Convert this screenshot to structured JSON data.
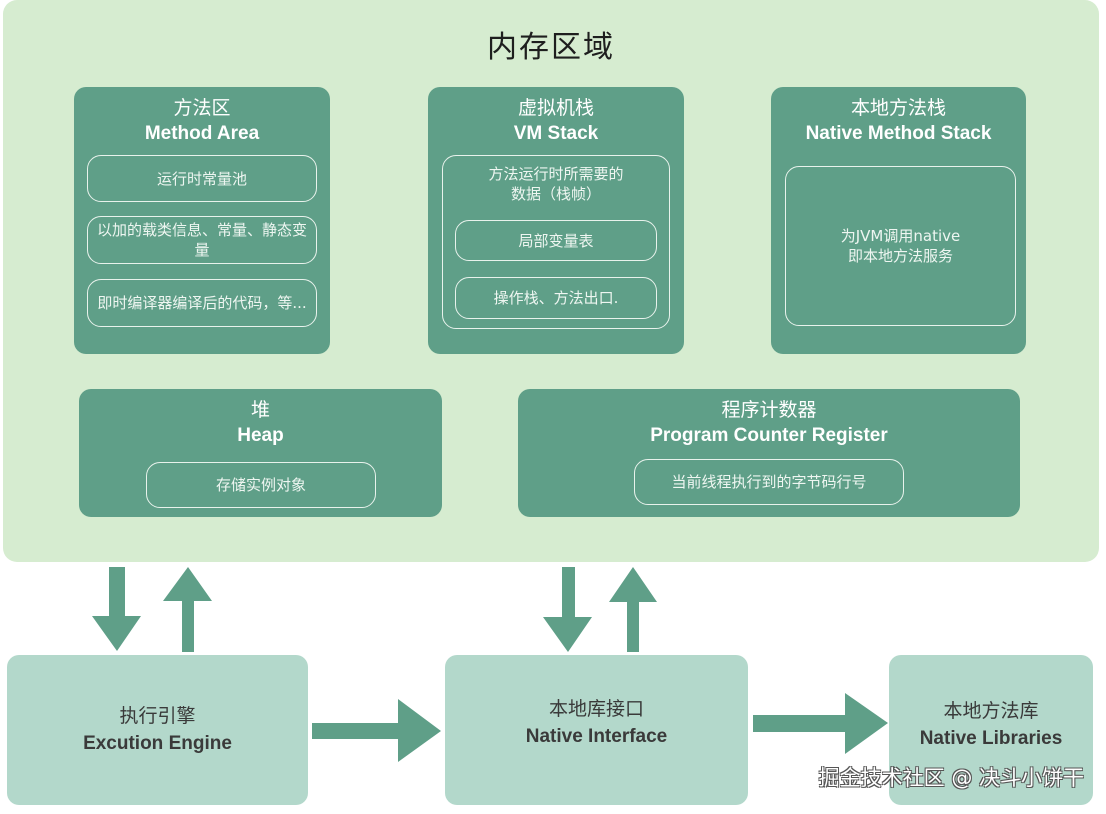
{
  "memory_area": {
    "title": "内存区域",
    "method_area": {
      "title_zh": "方法区",
      "title_en": "Method Area",
      "items": [
        "运行时常量池",
        "以加的载类信息、常量、静态变量",
        "即时编译器编译后的代码，等..."
      ]
    },
    "vm_stack": {
      "title_zh": "虚拟机栈",
      "title_en": "VM Stack",
      "frame_label": "方法运行时所需要的数据（栈帧）",
      "items": [
        "局部变量表",
        "操作栈、方法出口."
      ]
    },
    "native_method_stack": {
      "title_zh": "本地方法栈",
      "title_en": "Native Method Stack",
      "description_line1": "为JVM调用native",
      "description_line2": "即本地方法服务"
    },
    "heap": {
      "title_zh": "堆",
      "title_en": "Heap",
      "description": "存储实例对象"
    },
    "program_counter": {
      "title_zh": "程序计数器",
      "title_en": "Program Counter Register",
      "description": "当前线程执行到的字节码行号"
    }
  },
  "execution_engine": {
    "title_zh": "执行引擎",
    "title_en": "Excution Engine"
  },
  "native_interface": {
    "title_zh": "本地库接口",
    "title_en": "Native Interface"
  },
  "native_libraries": {
    "title_zh": "本地方法库",
    "title_en": "Native Libraries"
  },
  "connections": [
    {
      "from": "memory_area",
      "to": "execution_engine",
      "direction": "down"
    },
    {
      "from": "execution_engine",
      "to": "memory_area",
      "direction": "up"
    },
    {
      "from": "memory_area",
      "to": "native_interface",
      "direction": "down"
    },
    {
      "from": "native_interface",
      "to": "memory_area",
      "direction": "up"
    },
    {
      "from": "execution_engine",
      "to": "native_interface",
      "direction": "right"
    },
    {
      "from": "native_interface",
      "to": "native_libraries",
      "direction": "right"
    }
  ],
  "colors": {
    "memory_bg": "#d6ecd0",
    "region_bg": "#5f9f88",
    "box_bg": "#b3d8cb",
    "arrow": "#5f9f88"
  },
  "watermark": "掘金技术社区 @ 决斗小饼干"
}
